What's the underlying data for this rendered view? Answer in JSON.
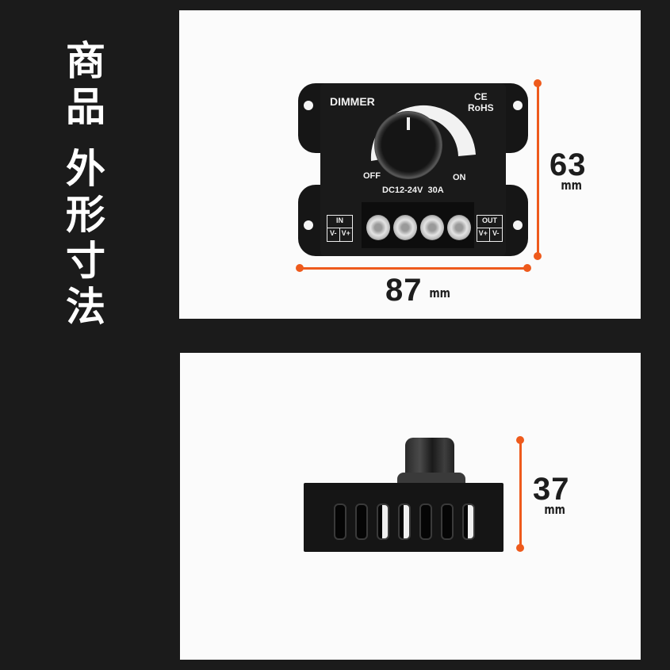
{
  "side_title": {
    "line1": [
      "商",
      "品"
    ],
    "line2": [
      "外",
      "形",
      "寸",
      "法"
    ]
  },
  "front_view": {
    "device_label": "DIMMER",
    "certifications": [
      "CE",
      "RoHS"
    ],
    "knob_left_label": "OFF",
    "knob_right_label": "ON",
    "rating": "DC12-24V  30A",
    "input_block": {
      "header": "IN",
      "left": "V-",
      "right": "V+"
    },
    "output_block": {
      "header": "OUT",
      "left": "V+",
      "right": "V-"
    },
    "terminal_count": 4,
    "width_dimension": {
      "value": "87",
      "unit": "mm"
    },
    "height_dimension": {
      "value": "63",
      "unit": "mm"
    }
  },
  "side_view": {
    "vent_slots": 7,
    "height_dimension": {
      "value": "37",
      "unit": "mm"
    }
  },
  "colors": {
    "background": "#1b1b1b",
    "panel": "#fbfbfb",
    "dimension_accent": "#ee5a1c",
    "dimension_text": "#1d1d1d"
  }
}
